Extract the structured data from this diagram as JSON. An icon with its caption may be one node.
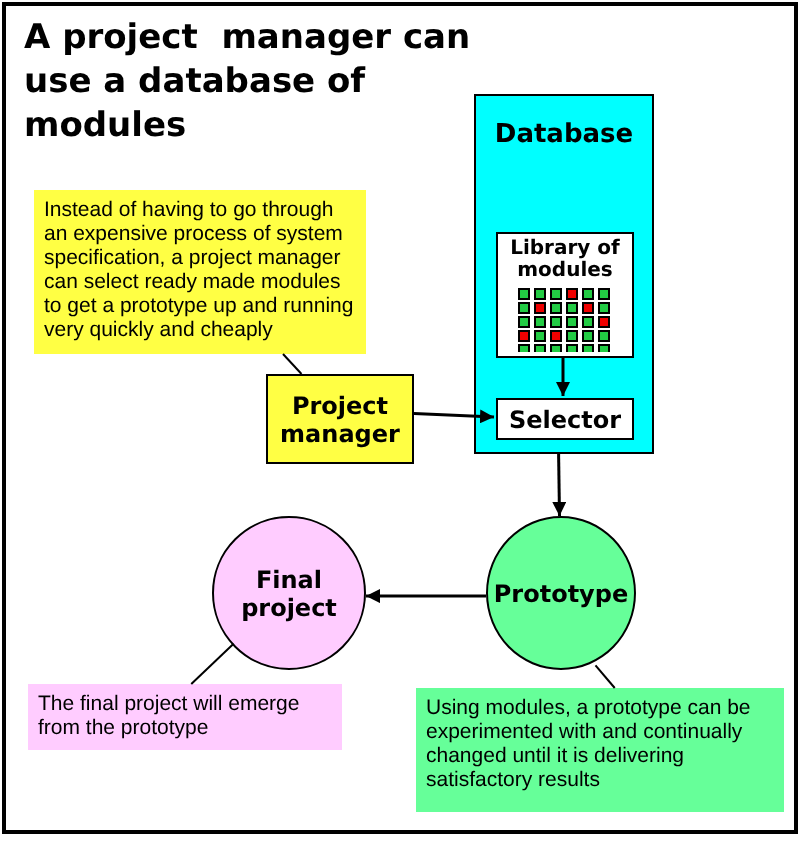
{
  "diagram": {
    "title": "A project  manager can use a database of modules",
    "nodes": [
      {
        "text": [
          "Instead of having to go through an expensive process of system specification, a project manager can select ready made modules to get a prototype up and running very quickly and cheaply"
        ]
      },
      {
        "text": [
          "Project manager"
        ]
      },
      {
        "text": [
          "Database"
        ]
      },
      {
        "text": [
          "Library of modules"
        ],
        "in": 2
      },
      {
        "text": [
          "Selector"
        ],
        "in": 2
      },
      {
        "text": [
          "Final project"
        ]
      },
      {
        "text": [
          "Prototype"
        ]
      },
      {
        "text": [
          "The final project will emerge from the prototype"
        ]
      },
      {
        "text": [
          "Using modules, a prototype can be experimented with and continually changed until it is delivering satisfactory results"
        ]
      }
    ],
    "edges": [
      {
        "from": 0,
        "to": 1,
        "arrow": "none"
      },
      {
        "from": 1,
        "to": 4,
        "arrow": "to"
      },
      {
        "from": 3,
        "to": 4,
        "arrow": "to"
      },
      {
        "from": 2,
        "to": 6,
        "arrow": "to"
      },
      {
        "from": 6,
        "to": 5,
        "arrow": "to"
      },
      {
        "from": 5,
        "to": 7,
        "arrow": "none"
      },
      {
        "from": 6,
        "to": 8,
        "arrow": "none"
      }
    ]
  }
}
